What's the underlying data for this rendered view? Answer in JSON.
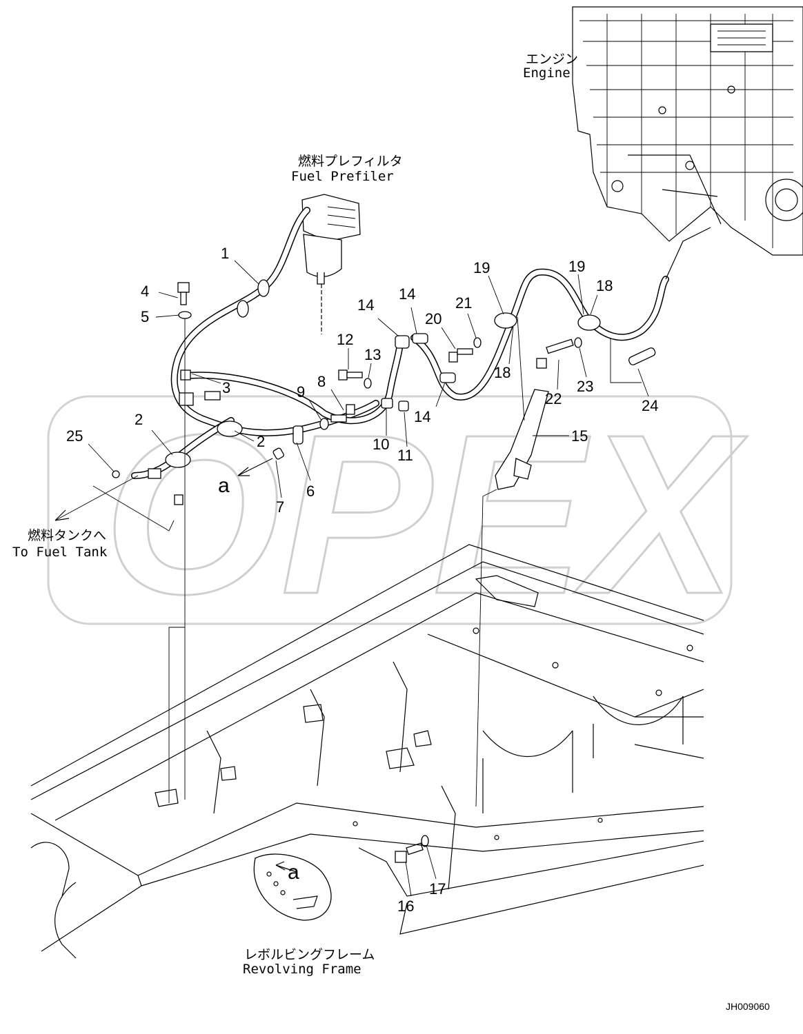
{
  "diagram": {
    "watermark": "OPEX",
    "drawing_number": "JH009060",
    "labels": {
      "engine_jp": "エンジン",
      "engine_en": "Engine",
      "prefilter_jp": "燃料プレフィルタ",
      "prefilter_en": "Fuel Prefiler",
      "fuel_tank_jp": "燃料タンクへ",
      "fuel_tank_en": "To Fuel Tank",
      "frame_jp": "レボルビングフレーム",
      "frame_en": "Revolving Frame",
      "view_a_1": "a",
      "view_a_2": "a"
    },
    "callouts": [
      "1",
      "2",
      "2",
      "3",
      "4",
      "5",
      "6",
      "7",
      "8",
      "9",
      "10",
      "11",
      "12",
      "13",
      "14",
      "14",
      "14",
      "15",
      "16",
      "17",
      "18",
      "18",
      "19",
      "19",
      "20",
      "21",
      "22",
      "23",
      "24",
      "25"
    ]
  }
}
